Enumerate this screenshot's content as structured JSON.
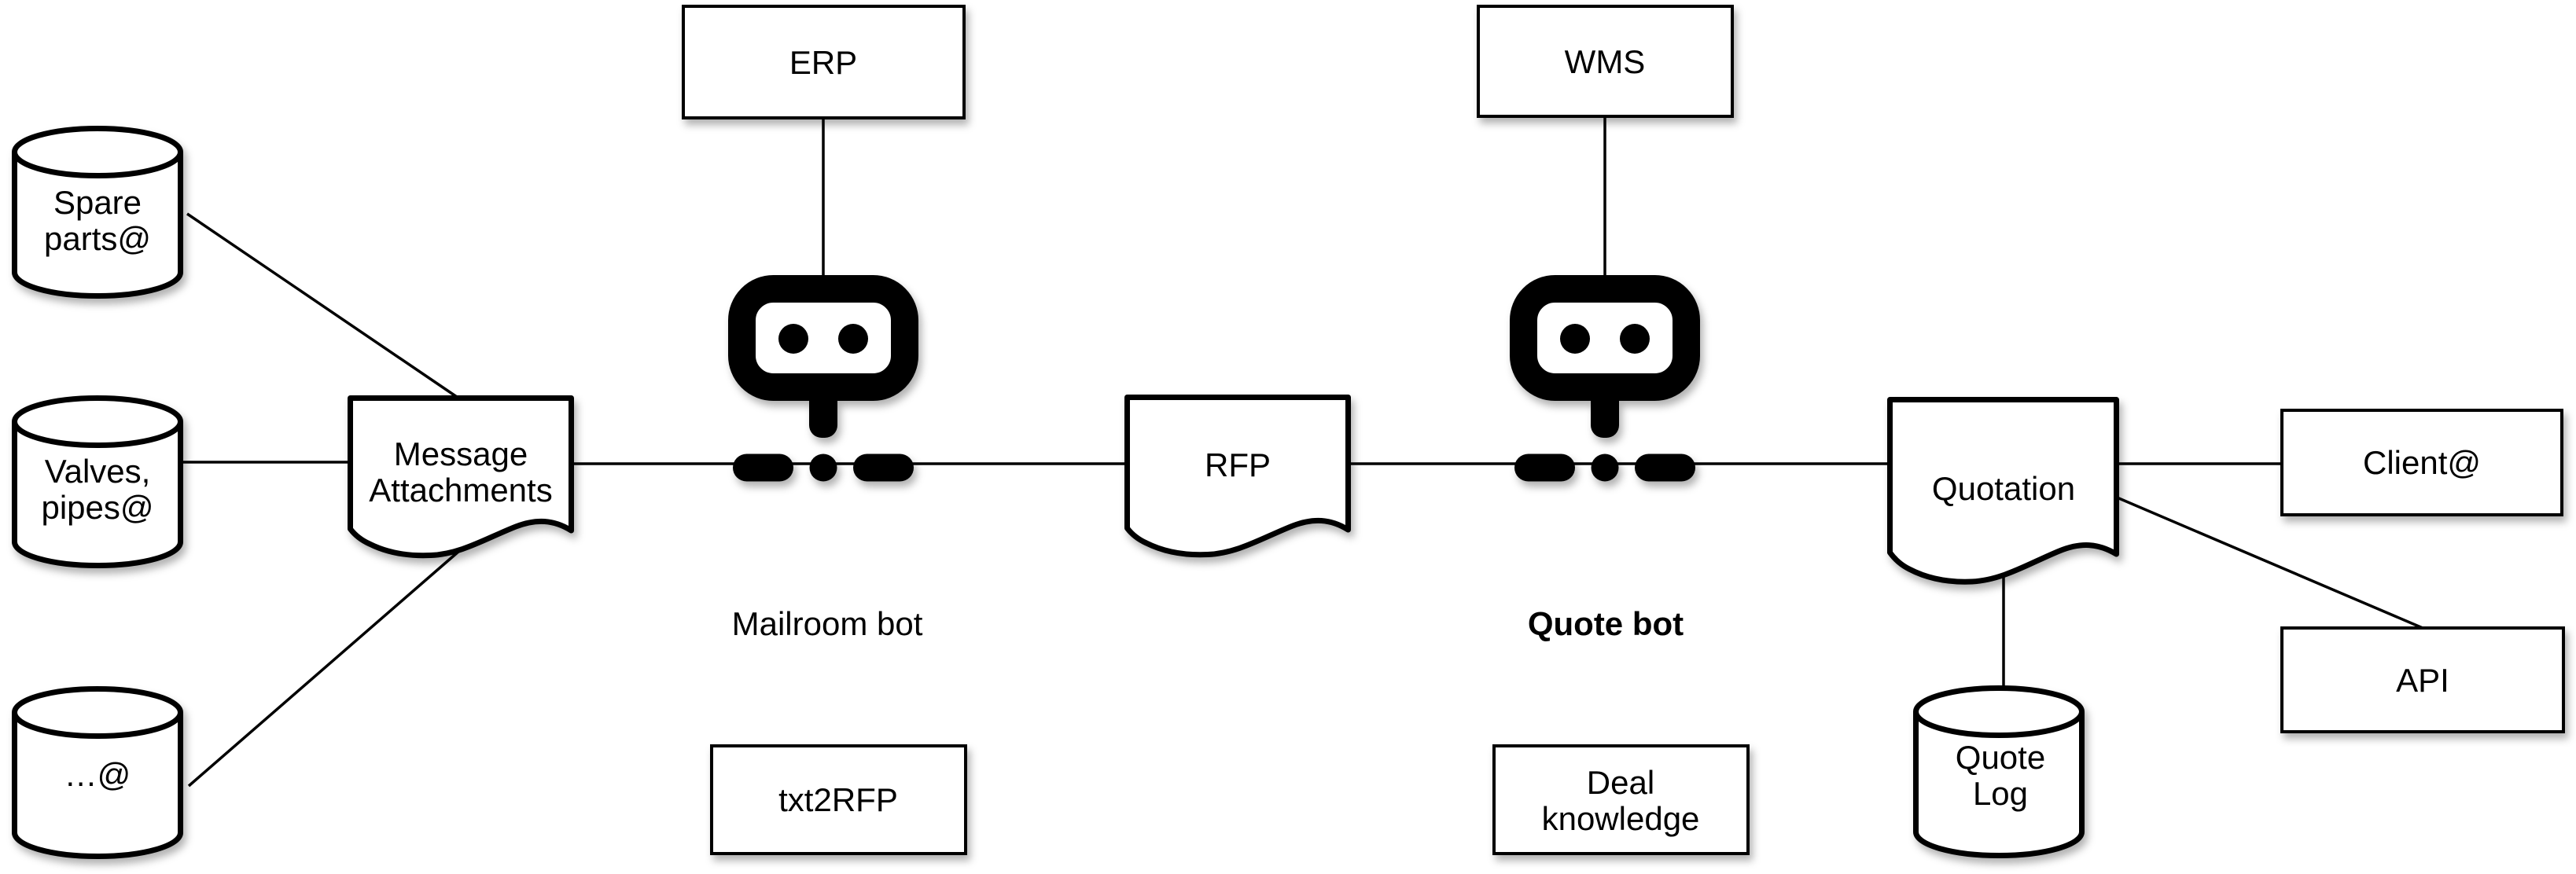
{
  "colors": {
    "ink": "#000000",
    "background": "#ffffff",
    "shape_fill": "#ffffff"
  },
  "nodes": {
    "spare_parts": {
      "line1": "Spare",
      "line2": "parts@"
    },
    "valves_pipes": {
      "line1": "Valves,",
      "line2": "pipes@"
    },
    "other_mailbox": {
      "line1": "…@"
    },
    "message_attachments": {
      "line1": "Message",
      "line2": "Attachments"
    },
    "erp": {
      "label": "ERP"
    },
    "mailroom_bot": {
      "label": "Mailroom bot"
    },
    "txt2rfp": {
      "label": "txt2RFP"
    },
    "rfp": {
      "label": "RFP"
    },
    "wms": {
      "label": "WMS"
    },
    "quote_bot": {
      "label": "Quote bot"
    },
    "deal_knowledge": {
      "line1": "Deal",
      "line2": "knowledge"
    },
    "quotation": {
      "label": "Quotation"
    },
    "client": {
      "label": "Client@"
    },
    "api": {
      "label": "API"
    },
    "quote_log": {
      "line1": "Quote",
      "line2": "Log"
    }
  }
}
